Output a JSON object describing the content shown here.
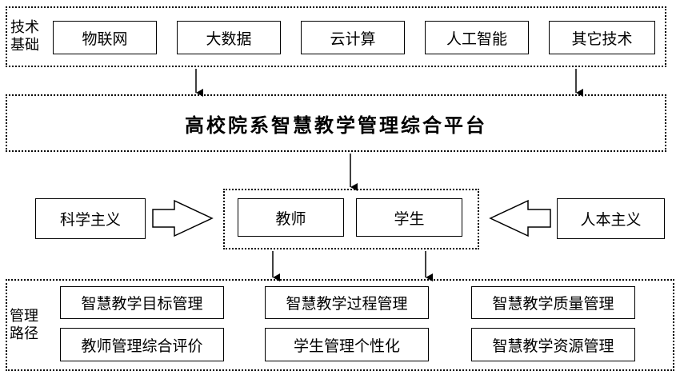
{
  "tech": {
    "label_line1": "技术",
    "label_line2": "基础",
    "items": [
      "物联网",
      "大数据",
      "云计算",
      "人工智能",
      "其它技术"
    ]
  },
  "platform": {
    "title": "高校院系智慧教学管理综合平台"
  },
  "middle": {
    "left_principle": "科学主义",
    "right_principle": "人本主义",
    "teacher": "教师",
    "student": "学生"
  },
  "management": {
    "label_line1": "管理",
    "label_line2": "路径",
    "items": [
      "智慧教学目标管理",
      "智慧教学过程管理",
      "智慧教学质量管理",
      "教师管理综合评价",
      "学生管理个性化",
      "智慧教学资源管理"
    ]
  }
}
